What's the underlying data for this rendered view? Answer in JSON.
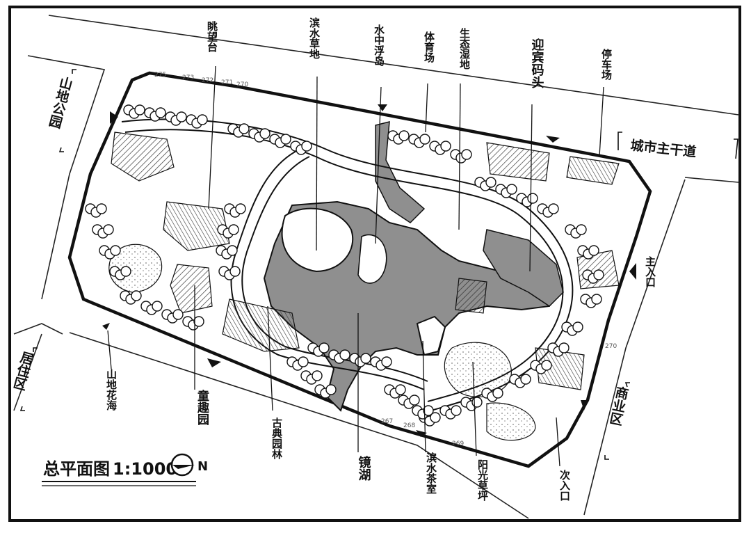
{
  "title": {
    "text": "总平面图",
    "scale": "1:1000",
    "north": "N"
  },
  "zones": {
    "mountain_park": "山地公园",
    "main_road": "城市主干道",
    "residential": "居住区",
    "commercial": "商业区"
  },
  "entrances": {
    "main": "主入口",
    "secondary": "次入口"
  },
  "labels": {
    "viewing_platform": "眺望台",
    "waterfront_lawn": "滨水草地",
    "floating_island": "水中浮岛",
    "sports_field": "体育场",
    "wetland": "生态湿地",
    "guest_pier": "迎宾码头",
    "parking": "停车场",
    "mountain_flowers": "山地花海",
    "kids_garden": "童趣园",
    "classical_garden": "古典园林",
    "lake": "镜湖",
    "waterside_teahouse": "滨水茶室",
    "sunny_lawn": "阳光草坪"
  },
  "elevations": {
    "e273": "273",
    "e272": "272",
    "e271": "271",
    "e270": "270",
    "e267": "267",
    "e268": "268",
    "e269": "269",
    "e275": "275"
  },
  "colors": {
    "ink": "#111111",
    "water": "#8f8f8f",
    "paper": "#ffffff",
    "hatch": "#444444"
  }
}
